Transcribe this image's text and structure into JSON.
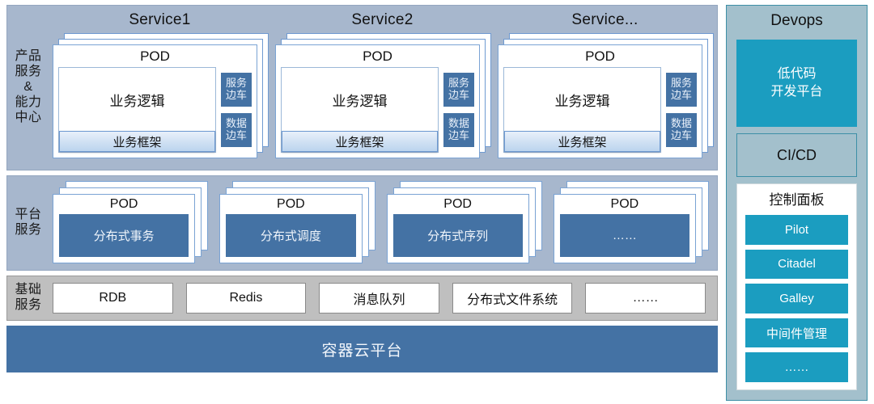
{
  "bands": {
    "product": {
      "label_lines": [
        "产品",
        "服务",
        "&",
        "能力",
        "中心"
      ],
      "services": [
        {
          "title": "Service1",
          "pod_title": "POD",
          "logic": "业务逻辑",
          "frame": "业务框架",
          "sidecars": [
            {
              "line1": "服务",
              "line2": "边车"
            },
            {
              "line1": "数据",
              "line2": "边车"
            }
          ]
        },
        {
          "title": "Service2",
          "pod_title": "POD",
          "logic": "业务逻辑",
          "frame": "业务框架",
          "sidecars": [
            {
              "line1": "服务",
              "line2": "边车"
            },
            {
              "line1": "数据",
              "line2": "边车"
            }
          ]
        },
        {
          "title": "Service...",
          "pod_title": "POD",
          "logic": "业务逻辑",
          "frame": "业务框架",
          "sidecars": [
            {
              "line1": "服务",
              "line2": "边车"
            },
            {
              "line1": "数据",
              "line2": "边车"
            }
          ]
        }
      ]
    },
    "platform": {
      "label_lines": [
        "平台",
        "服务"
      ],
      "pods": [
        {
          "title": "POD",
          "name": "分布式事务"
        },
        {
          "title": "POD",
          "name": "分布式调度"
        },
        {
          "title": "POD",
          "name": "分布式序列"
        },
        {
          "title": "POD",
          "name": "……"
        }
      ]
    },
    "infrastructure": {
      "label_lines": [
        "基础",
        "服务"
      ],
      "items": [
        "RDB",
        "Redis",
        "消息队列",
        "分布式文件系统",
        "……"
      ]
    },
    "container": {
      "label": "容器云平台"
    }
  },
  "devops": {
    "title": "Devops",
    "lowcode": {
      "line1": "低代码",
      "line2": "开发平台"
    },
    "cicd": "CI/CD",
    "control_panel": {
      "title": "控制面板",
      "buttons": [
        "Pilot",
        "Citadel",
        "Galley",
        "中间件管理",
        "……"
      ]
    }
  },
  "colors": {
    "band_blue": "#a7b7cd",
    "band_gray": "#bfbfbf",
    "steel_blue": "#4472a4",
    "cyan": "#1b9dc0",
    "devops_bg": "#a3c0cc",
    "teal_border": "#3d8fa6"
  }
}
